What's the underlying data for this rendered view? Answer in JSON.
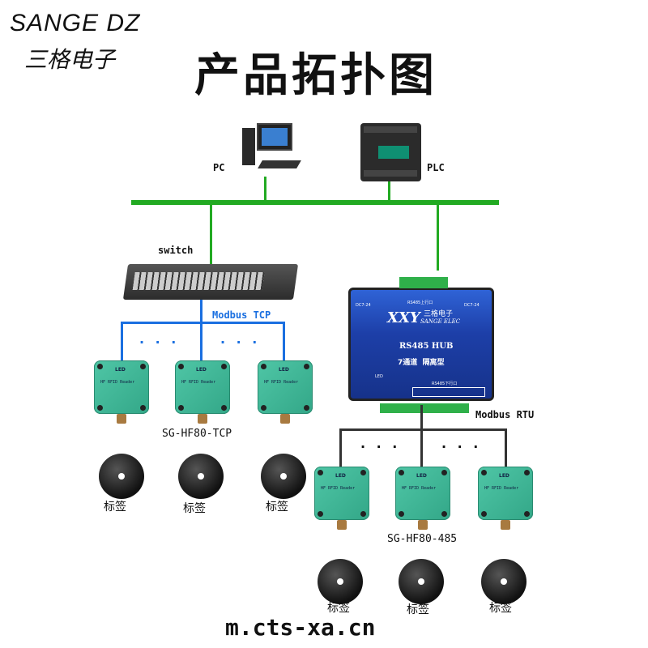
{
  "brand": {
    "name_en": "SANGE DZ",
    "name_cn": "三格电子"
  },
  "title": "产品拓扑图",
  "devices": {
    "pc": "PC",
    "plc": "PLC",
    "switch": "switch"
  },
  "hub": {
    "brand_cn": "三格电子",
    "brand_en": "SANGE ELEC",
    "model": "RS485 HUB",
    "subtitle": "7通道  隔离型",
    "led": "LED",
    "power_dc": "DC7-24",
    "uplink": "RS485上行口",
    "downlink": "RS485下行口"
  },
  "links": {
    "tcp": "Modbus TCP",
    "rtu": "Modbus RTU",
    "dots": "· · ·"
  },
  "reader": {
    "label": "HF RFID Reader",
    "led": "LED"
  },
  "groups": {
    "tcp_model": "SG-HF80-TCP",
    "rtu_model": "SG-HF80-485"
  },
  "tag_label": "标签",
  "footer": "m.cts-xa.cn",
  "colors": {
    "ethernet": "#22aa22",
    "tcp": "#1a6fe0",
    "rtu": "#333333"
  }
}
